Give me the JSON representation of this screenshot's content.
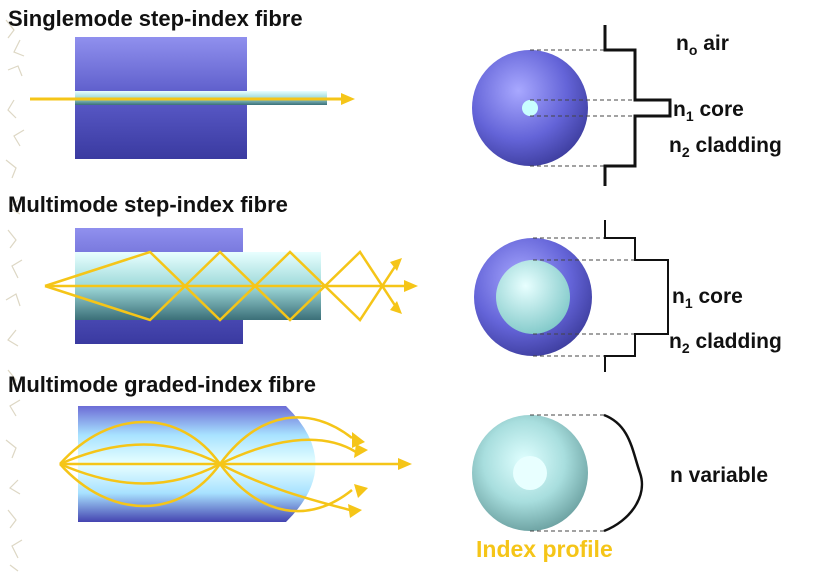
{
  "sections": [
    {
      "title": "Singlemode step-index fibre"
    },
    {
      "title": "Multimode step-index fibre"
    },
    {
      "title": "Multimode graded-index fibre"
    }
  ],
  "profiles": {
    "single": {
      "air": "air",
      "core": "core",
      "cladding": "cladding"
    },
    "multistep": {
      "core": "core",
      "cladding": "cladding"
    },
    "graded": {
      "variable": "n variable"
    }
  },
  "caption": "Index profile",
  "colors": {
    "ray": "#f5c518",
    "cladding": "#6a6ad8",
    "core": "#c8ffff",
    "caption": "#f5c518"
  }
}
